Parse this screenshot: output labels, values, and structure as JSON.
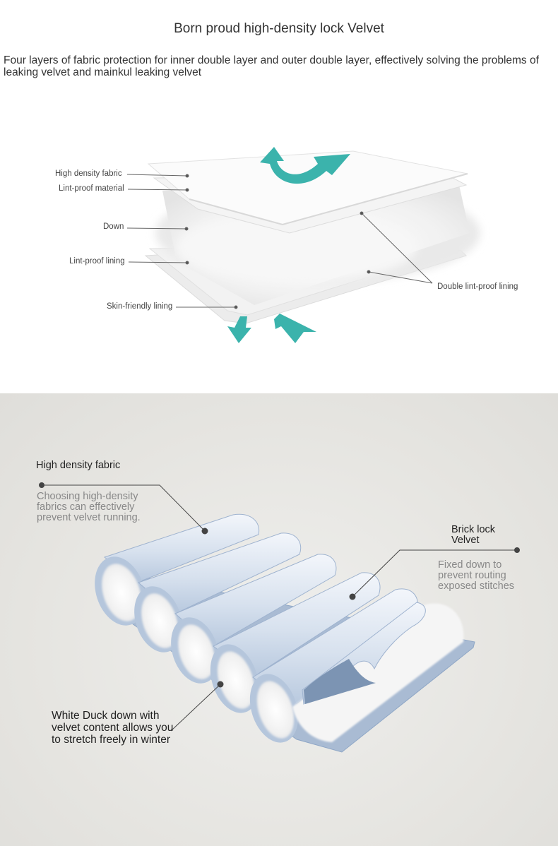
{
  "header": {
    "title": "Born proud high-density lock Velvet",
    "subtitle": "Four layers of fabric protection for inner double layer and outer double layer, effectively solving the problems of leaking velvet and mainkul leaking velvet"
  },
  "layers_diagram": {
    "labels": {
      "high_density_fabric": "High density fabric",
      "lint_proof_material": "Lint-proof material",
      "down": "Down",
      "lint_proof_lining": "Lint-proof lining",
      "skin_friendly_lining": "Skin-friendly lining",
      "double_lint_proof_lining": "Double lint-proof lining"
    },
    "colors": {
      "arrow": "#3bb3ac",
      "leader": "#555555"
    }
  },
  "pillow_diagram": {
    "high_density": {
      "heading": "High density fabric",
      "description": "Choosing high-density fabrics can effectively prevent velvet running."
    },
    "brick_lock": {
      "heading": "Brick lock Velvet",
      "description": "Fixed down to prevent routing exposed stitches"
    },
    "white_duck": {
      "description": "White Duck down with velvet content allows you to stretch freely in winter"
    },
    "colors": {
      "fabric": "#c9d6e8",
      "fabric_edge": "#8fa7c6",
      "background": "#e6e5e1"
    }
  }
}
